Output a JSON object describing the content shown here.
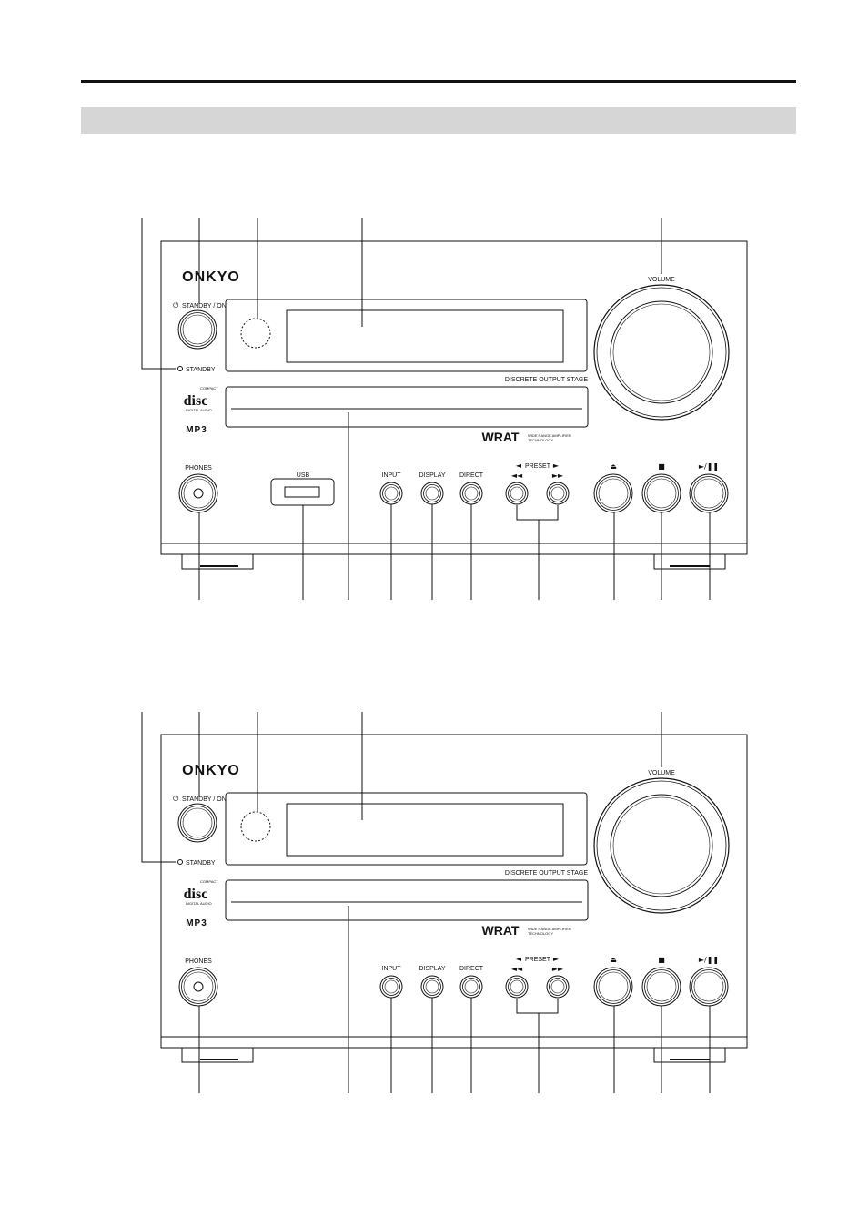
{
  "brand": "ONKYO",
  "labels": {
    "standby_on": "STANDBY / ON",
    "standby": "STANDBY",
    "volume": "VOLUME",
    "discrete": "DISCRETE OUTPUT STAGE",
    "phones": "PHONES",
    "usb": "USB",
    "input": "INPUT",
    "display": "DISPLAY",
    "direct": "DIRECT",
    "preset": "PRESET",
    "mp3": "MP3",
    "wrat": "WRAT",
    "wrat_line1": "WIDE RANGE AMPLIFIER",
    "wrat_line2": "TECHNOLOGY",
    "disc": "disc",
    "compact": "COMPACT",
    "digital_audio": "DIGITAL AUDIO"
  },
  "icons": {
    "power": "power-icon",
    "eject": "eject-icon",
    "stop": "stop-icon",
    "play_pause": "play-pause-icon",
    "prev": "previous-track-icon",
    "next": "next-track-icon"
  },
  "glyphs": {
    "power": "⏻",
    "eject": "⏏",
    "stop": "■",
    "play_pause": "►/❚❚",
    "prev": "◄◄",
    "next": "►►",
    "preset_left": "◄",
    "preset_right": "►"
  },
  "panels": [
    {
      "variant": "with-usb"
    },
    {
      "variant": "without-usb"
    }
  ]
}
